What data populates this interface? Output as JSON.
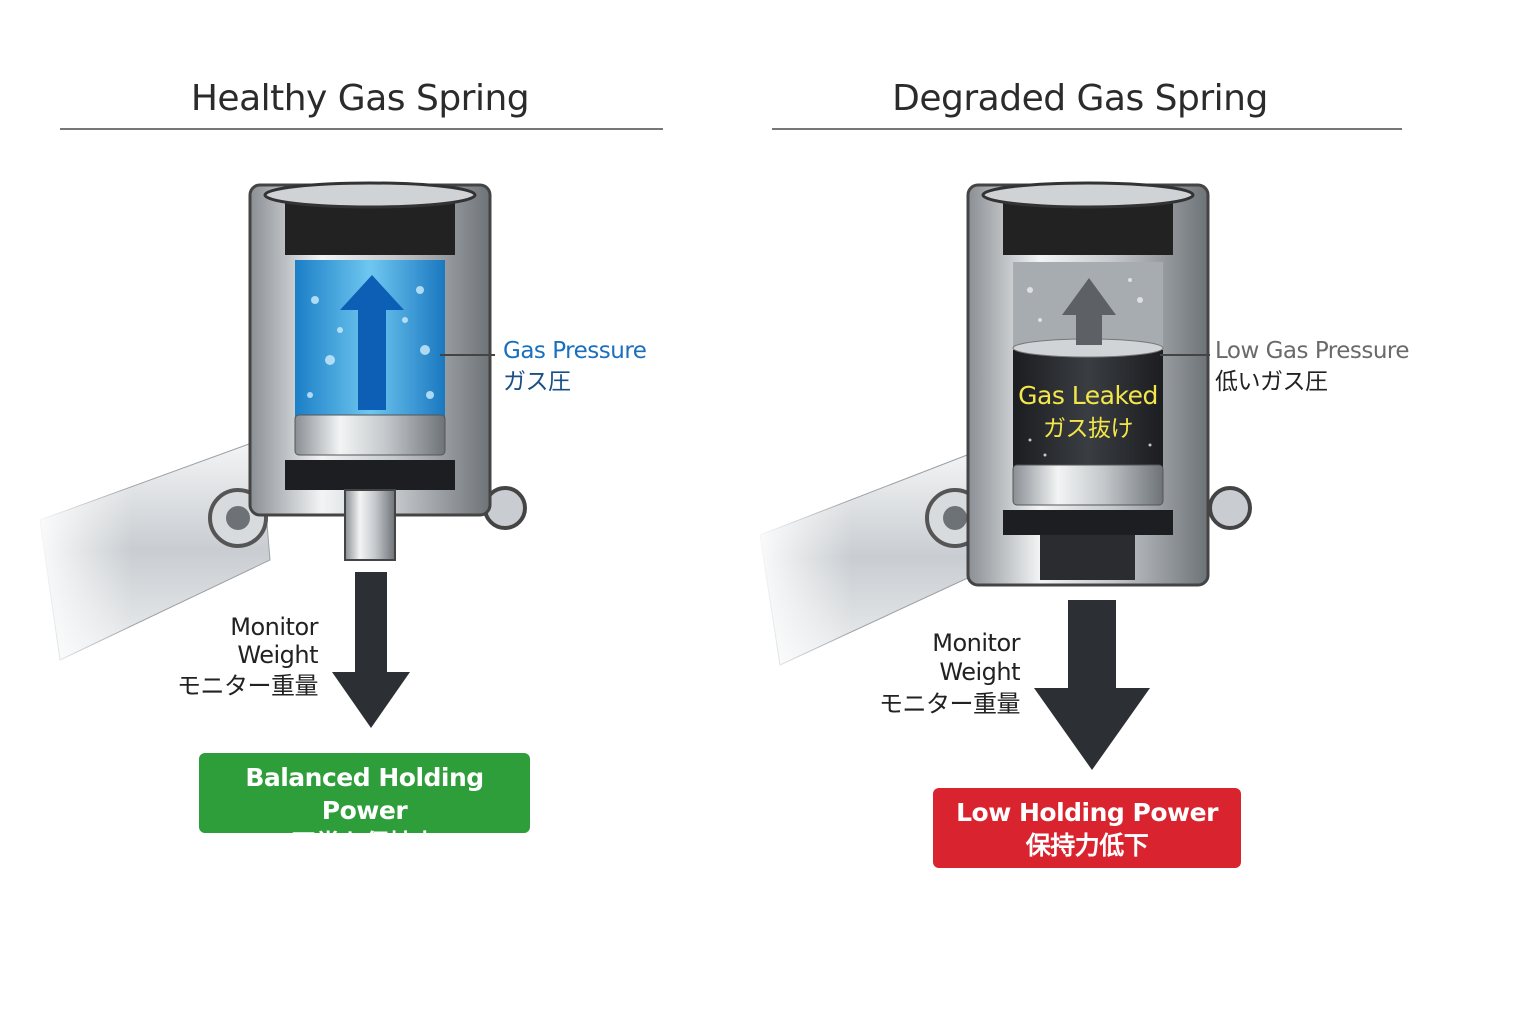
{
  "healthy": {
    "title": "Healthy Gas Spring",
    "pressure_label_en": "Gas Pressure",
    "pressure_label_jp": "ガス圧",
    "weight_en_1": "Monitor",
    "weight_en_2": "Weight",
    "weight_jp": "モニター重量",
    "result_en": "Balanced Holding Power",
    "result_jp": "正常な保持力",
    "result_color": "#2e9e3a",
    "pressure_color": "#1a6fc0"
  },
  "degraded": {
    "title": "Degraded Gas Spring",
    "pressure_label_en": "Low Gas Pressure",
    "pressure_label_jp": "低いガス圧",
    "leak_en": "Gas Leaked",
    "leak_jp": "ガス抜け",
    "weight_en_1": "Monitor",
    "weight_en_2": "Weight",
    "weight_jp": "モニター重量",
    "result_en": "Low Holding Power",
    "result_jp": "保持力低下",
    "result_color": "#d9232e",
    "pressure_color": "#6a6a6a"
  }
}
